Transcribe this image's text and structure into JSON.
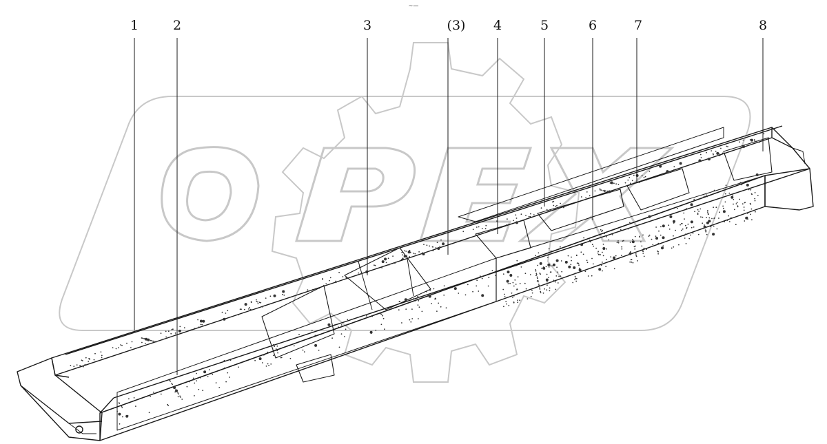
{
  "header_mark": "~—",
  "watermark": {
    "text": "OPEX",
    "color": "#c8c8c8"
  },
  "callouts": [
    {
      "id": "c1",
      "label": "1"
    },
    {
      "id": "c2",
      "label": "2"
    },
    {
      "id": "c3",
      "label": "3"
    },
    {
      "id": "c3p",
      "label": "(3)"
    },
    {
      "id": "c4",
      "label": "4"
    },
    {
      "id": "c5",
      "label": "5"
    },
    {
      "id": "c6",
      "label": "6"
    },
    {
      "id": "c7",
      "label": "7"
    },
    {
      "id": "c8",
      "label": "8"
    }
  ],
  "colors": {
    "line": "#1a1a1a",
    "dots": "#333333",
    "watermark": "#c8c8c8"
  }
}
